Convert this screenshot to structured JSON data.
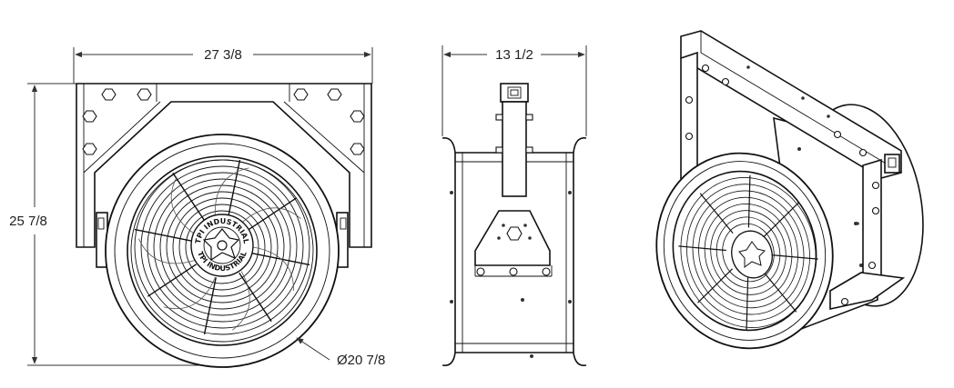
{
  "dimensions": {
    "overall_width": "27 3/8",
    "side_depth": "13 1/2",
    "overall_height": "25 7/8",
    "fan_diameter": "Ø20 7/8"
  },
  "hub_label": {
    "top": "TPI INDUSTRIAL",
    "bottom": "TPI INDUSTRIAL"
  },
  "views": [
    "front-view",
    "side-view",
    "isometric-view"
  ]
}
